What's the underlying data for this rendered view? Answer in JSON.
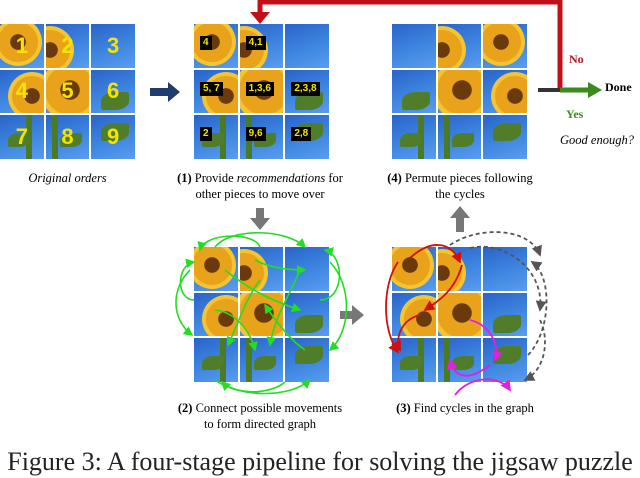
{
  "panels": {
    "original": {
      "labels": [
        "1",
        "2",
        "3",
        "4",
        "5",
        "6",
        "7",
        "8",
        "9"
      ],
      "caption": "Original orders"
    },
    "recommend": {
      "labels": [
        "4",
        "4,1",
        "",
        "5, 7",
        "1,3,6",
        "2,3,8",
        "2",
        "9,6",
        "2,8"
      ],
      "caption_num": "(1)",
      "caption_pre": "Provide",
      "caption_em": "recommendations",
      "caption_post": "for",
      "caption_line2": "other pieces to move over"
    },
    "graph": {
      "caption_num": "(2)",
      "caption_line1": "Connect possible movements",
      "caption_line2": "to form directed graph"
    },
    "cycles": {
      "caption_num": "(3)",
      "caption_line1": "Find cycles in the graph"
    },
    "permute": {
      "caption_num": "(4)",
      "caption_line1": "Permute pieces following",
      "caption_line2": "the cycles"
    }
  },
  "decision": {
    "no": "No",
    "yes": "Yes",
    "done": "Done",
    "question": "Good enough?"
  },
  "figure_caption": "Figure 3: A four-stage pipeline for solving the jigsaw puzzle",
  "colors": {
    "no_arrow": "#c0101a",
    "yes_arrow": "#3a8a1e",
    "step_arrow": "#1f3c6e",
    "down_arrow": "#777777",
    "graph_edges": "#22dd22",
    "cycle_red": "#d01010",
    "cycle_magenta": "#e020e0",
    "cycle_dashed": "#555555",
    "label_yellow": "#f5e400"
  }
}
